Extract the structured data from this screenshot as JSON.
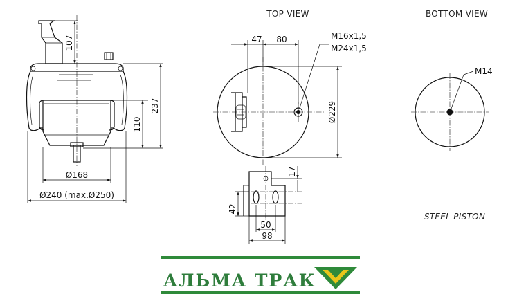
{
  "headers": {
    "top_view": "TOP VIEW",
    "bottom_view": "BOTTOM VIEW",
    "steel_piston": "STEEL PISTON"
  },
  "side_view": {
    "dim_height_top": "107",
    "dim_height_total": "237",
    "dim_height_piston": "110",
    "dim_piston_dia": "Ø168",
    "dim_outer_dia": "Ø240 (max.Ø250)"
  },
  "top_view": {
    "dim_offset": "47",
    "dim_spacing": "80",
    "thread_1": "M16x1,5",
    "thread_2": "M24x1,5",
    "dim_dia": "Ø229"
  },
  "bottom_view": {
    "thread": "M14"
  },
  "bracket_detail": {
    "dim_top": "17",
    "dim_height": "42",
    "dim_inner_width": "50",
    "dim_outer_width": "98"
  },
  "logo": {
    "text": "АЛЬМА ТРАК",
    "accent_color": "#2f8a3a",
    "mark_color": "#e8c51a"
  }
}
